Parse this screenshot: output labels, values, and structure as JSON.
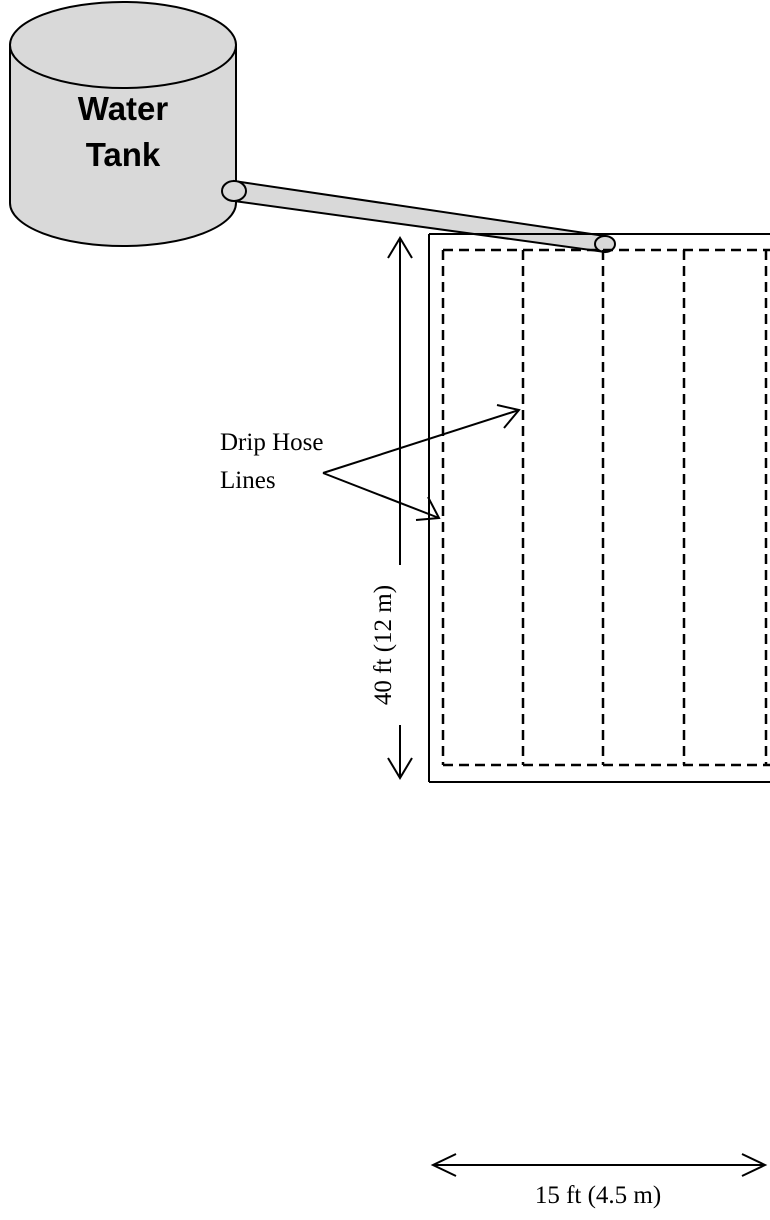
{
  "tank": {
    "label_line1": "Water",
    "label_line2": "Tank",
    "fill_color": "#d9d9d9"
  },
  "callout": {
    "line1": "Drip Hose",
    "line2": "Lines"
  },
  "dimensions": {
    "length": "40 ft (12 m)",
    "width": "15 ft (4.5 m)"
  },
  "colors": {
    "stroke": "#000000",
    "background": "#ffffff"
  }
}
